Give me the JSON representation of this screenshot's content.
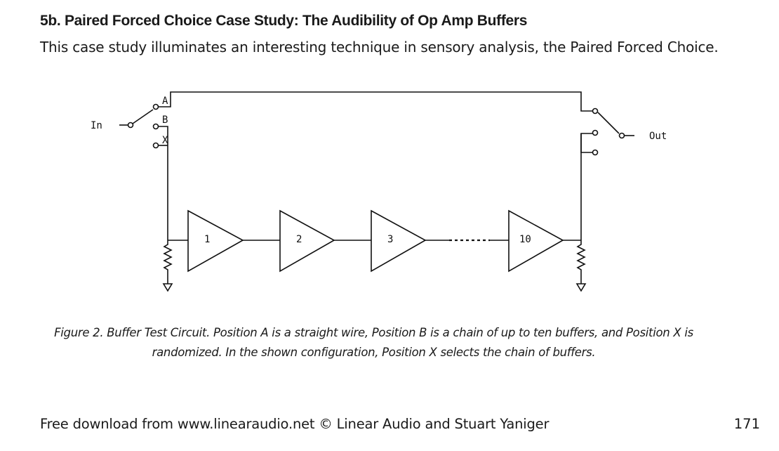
{
  "section": {
    "heading": "5b. Paired Forced Choice Case Study: The Audibility of Op Amp Buffers",
    "intro": "This case study illuminates an interesting technique in sensory analysis, the Paired Forced Choice."
  },
  "figure": {
    "labels": {
      "input": "In",
      "output": "Out",
      "pos_a": "A",
      "pos_b": "B",
      "pos_x": "X",
      "buffer_1": "1",
      "buffer_2": "2",
      "buffer_3": "3",
      "buffer_10": "10"
    },
    "caption_line1": "Figure 2. Buffer Test Circuit. Position A is a straight wire, Position B is a chain of up to ten buffers, and Position X is",
    "caption_line2": "randomized. In the shown configuration, Position X selects the chain of buffers."
  },
  "footer": {
    "source": "Free download from www.linearaudio.net  © Linear Audio and Stuart Yaniger",
    "page_number": "171"
  }
}
